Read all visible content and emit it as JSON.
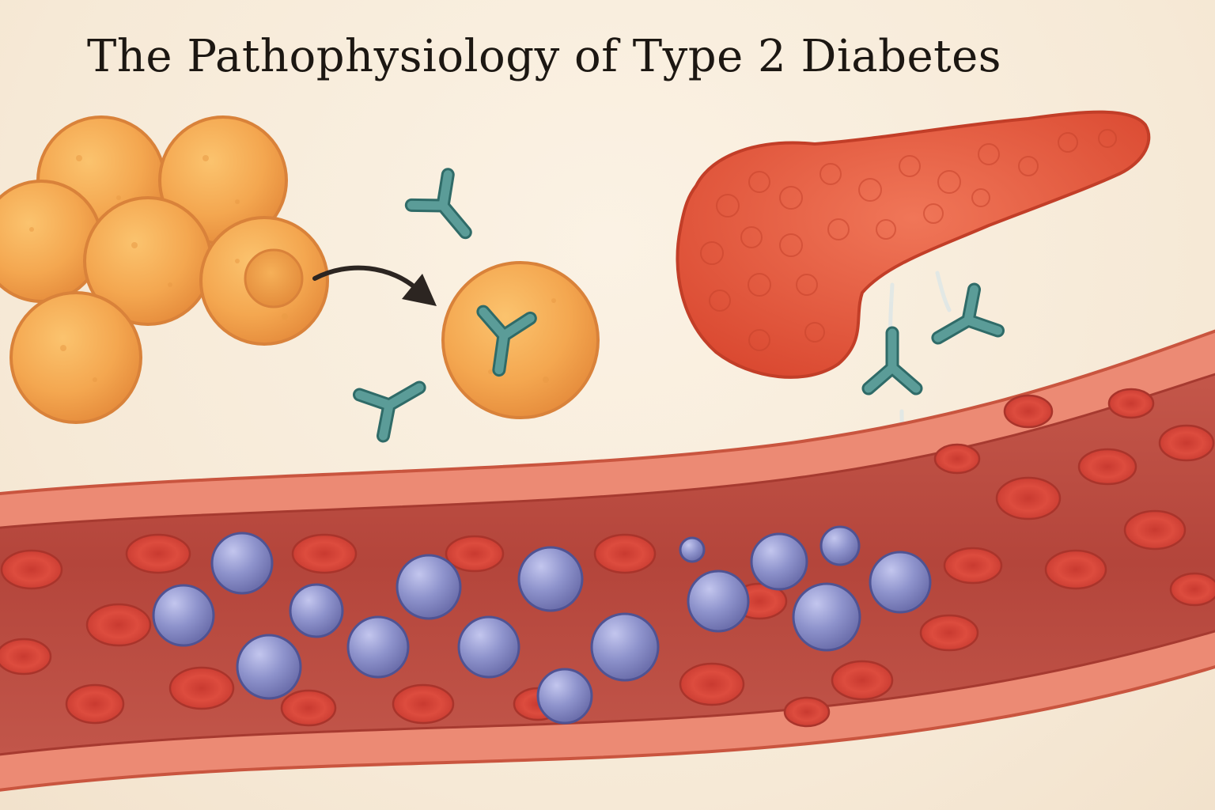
{
  "title": "The Pathophysiology of Type 2 Diabetes",
  "colors": {
    "background": "#f7ecdc",
    "fat_cell": "#f4a750",
    "fat_cell_outline": "#d9823a",
    "pancreas": "#e45a3c",
    "insulin": "#4f8f8c",
    "vessel_wall": "#ec8a74",
    "blood": "#b8493d",
    "red_blood_cell": "#d8463a",
    "glucose": "#8a8fc9",
    "arrow": "#2c2521"
  },
  "icons": [
    "fat-cell-cluster",
    "fat-cell",
    "insulin-molecule",
    "pancreas",
    "blood-vessel",
    "red-blood-cell",
    "glucose-molecule",
    "arrow"
  ]
}
